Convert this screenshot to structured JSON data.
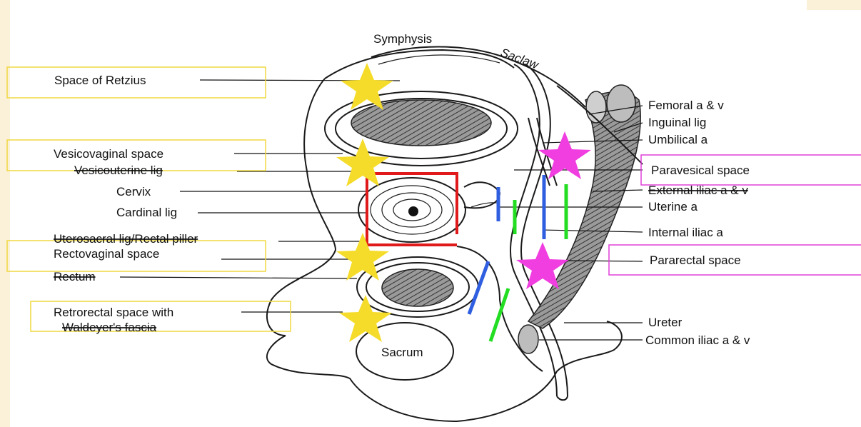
{
  "labels": {
    "symphysis": "Symphysis",
    "signature": "Saclaw",
    "space_of_retzius": "Space of Retzius",
    "vesicovaginal_space": "Vesicovaginal space",
    "vesicouterine_lig": "Vesicouterine lig",
    "cervix": "Cervix",
    "cardinal_lig": "Cardinal lig",
    "uterosacral_lig": "Uterosacral lig/Rectal piller",
    "rectovaginal_space": "Rectovaginal space",
    "rectum": "Rectum",
    "retrorectal_line1": "Retrorectal space with",
    "retrorectal_line2": "Waldeyer's fascia",
    "sacrum": "Sacrum",
    "femoral": "Femoral a & v",
    "inguinal_lig": "Inguinal lig",
    "umbilical_a": "Umbilical a",
    "paravesical_space": "Paravesical space",
    "external_iliac": "External iliac a & v",
    "uterine_a": "Uterine a",
    "internal_iliac": "Internal iliac a",
    "pararectal_space": "Pararectal space",
    "ureter": "Ureter",
    "common_iliac": "Common iliac a & v"
  },
  "colors": {
    "star_yellow": "#f5dc2a",
    "star_magenta": "#f03ee0",
    "box_yellow": "#f0d840",
    "box_magenta": "#e040d8",
    "cervix_box_red": "#e01a1a",
    "marker_blue": "#2f5fe0",
    "marker_green": "#22dd22",
    "background_strip": "#fbf1d9"
  }
}
